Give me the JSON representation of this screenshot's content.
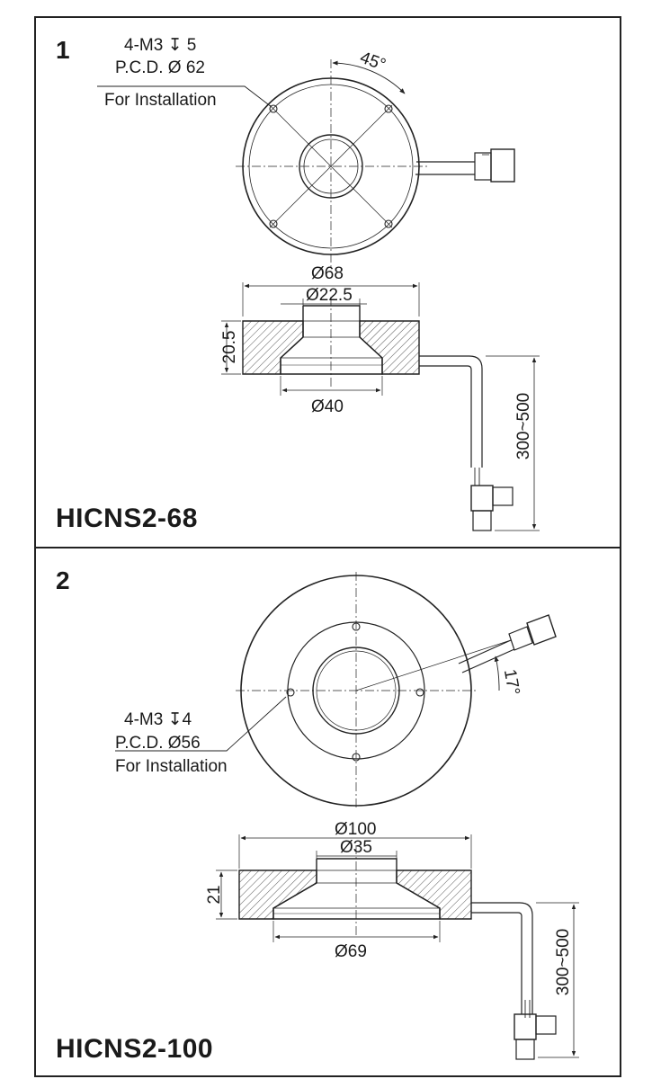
{
  "panels": [
    {
      "number": "1",
      "model": "HICNS2-68",
      "callout": {
        "line1": "4-M3 ↧ 5",
        "line2": "P.C.D. Ø 62",
        "line3": "For Installation"
      },
      "angle_label": "45°",
      "dims": {
        "outer_dia": "Ø68",
        "inner_dia": "Ø22.5",
        "bottom_dia": "Ø40",
        "height": "20.5",
        "cable_length": "300~500"
      }
    },
    {
      "number": "2",
      "model": "HICNS2-100",
      "callout": {
        "line1": "4-M3 ↧4",
        "line2": "P.C.D.  Ø56",
        "line3": "For Installation"
      },
      "angle_label": "17°",
      "dims": {
        "outer_dia": "Ø100",
        "inner_dia": "Ø35",
        "bottom_dia": "Ø69",
        "height": "21",
        "cable_length": "300~500"
      }
    }
  ]
}
